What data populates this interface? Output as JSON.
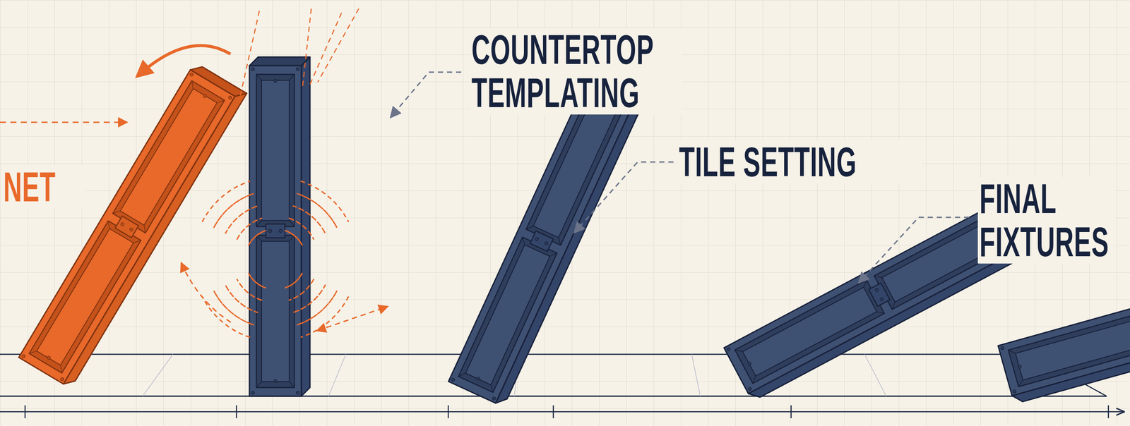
{
  "diagram": {
    "labels": [
      "NET",
      "COUNTERTOP TEMPLATING",
      "TILE SETTING",
      "FINAL FIXTURES"
    ]
  }
}
